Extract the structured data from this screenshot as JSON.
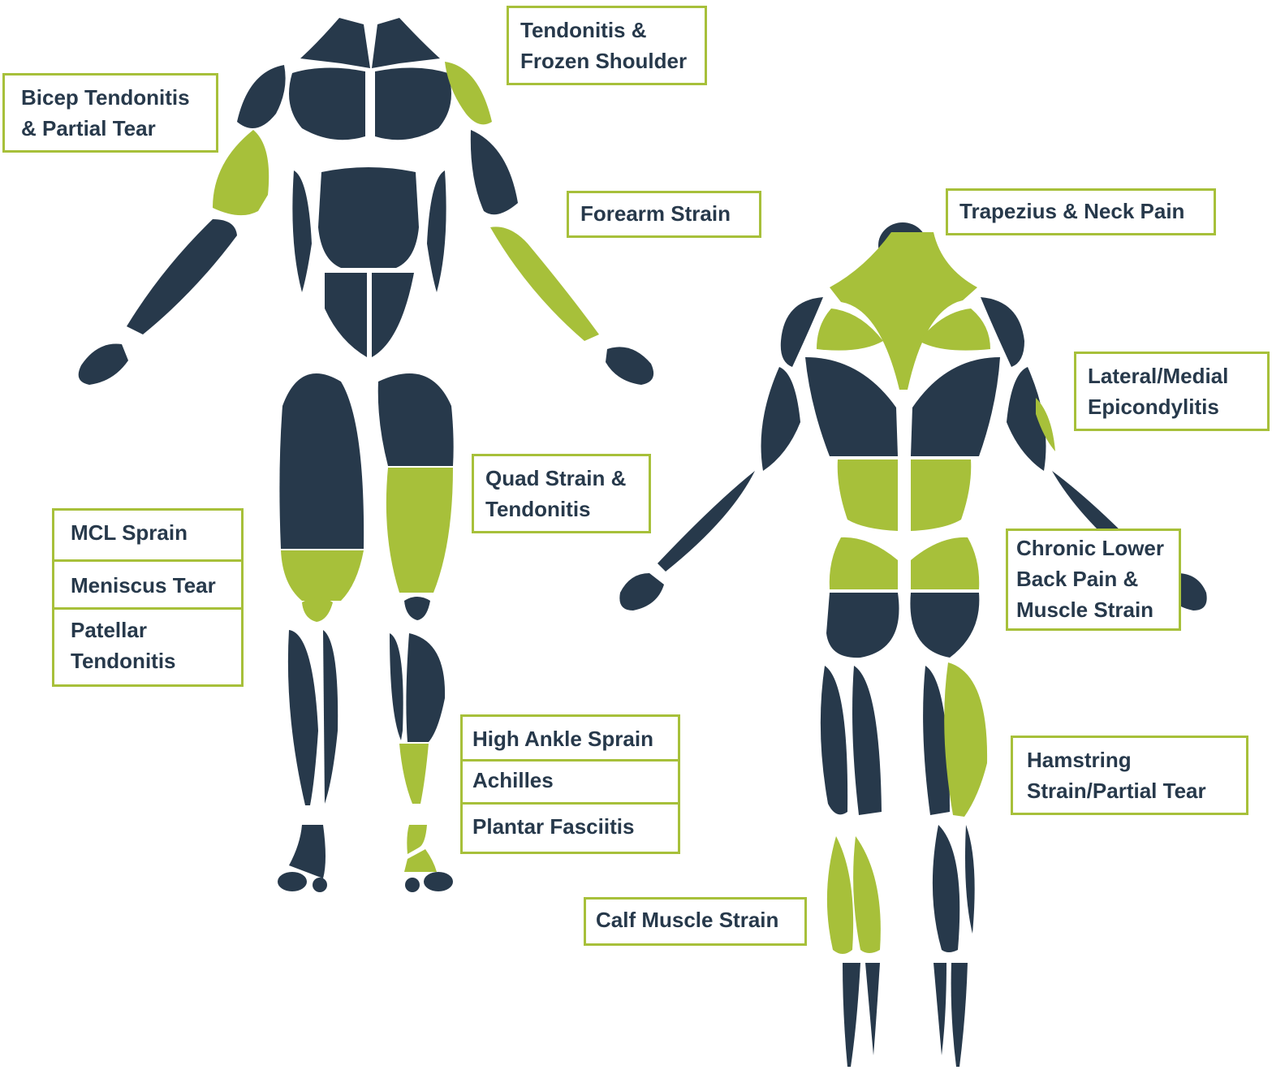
{
  "colors": {
    "muscle": "#27394b",
    "highlight": "#a7c03a",
    "background": "#ffffff"
  },
  "labels": {
    "shoulder": "Tendonitis &\nFrozen Shoulder",
    "bicep": "Bicep Tendonitis\n& Partial Tear",
    "forearm": "Forearm Strain",
    "trapezius": "Trapezius & Neck Pain",
    "epicondylitis": "Lateral/Medial\nEpicondylitis",
    "quad": "Quad Strain &\nTendonitis",
    "knee": [
      "MCL Sprain",
      "Meniscus Tear",
      "Patellar\nTendonitis"
    ],
    "lower_back": "Chronic Lower\nBack Pain &\nMuscle Strain",
    "ankle_foot": [
      "High Ankle Sprain",
      "Achilles",
      "Plantar Fasciitis"
    ],
    "hamstring": "Hamstring\nStrain/Partial Tear",
    "calf": "Calf Muscle Strain"
  }
}
